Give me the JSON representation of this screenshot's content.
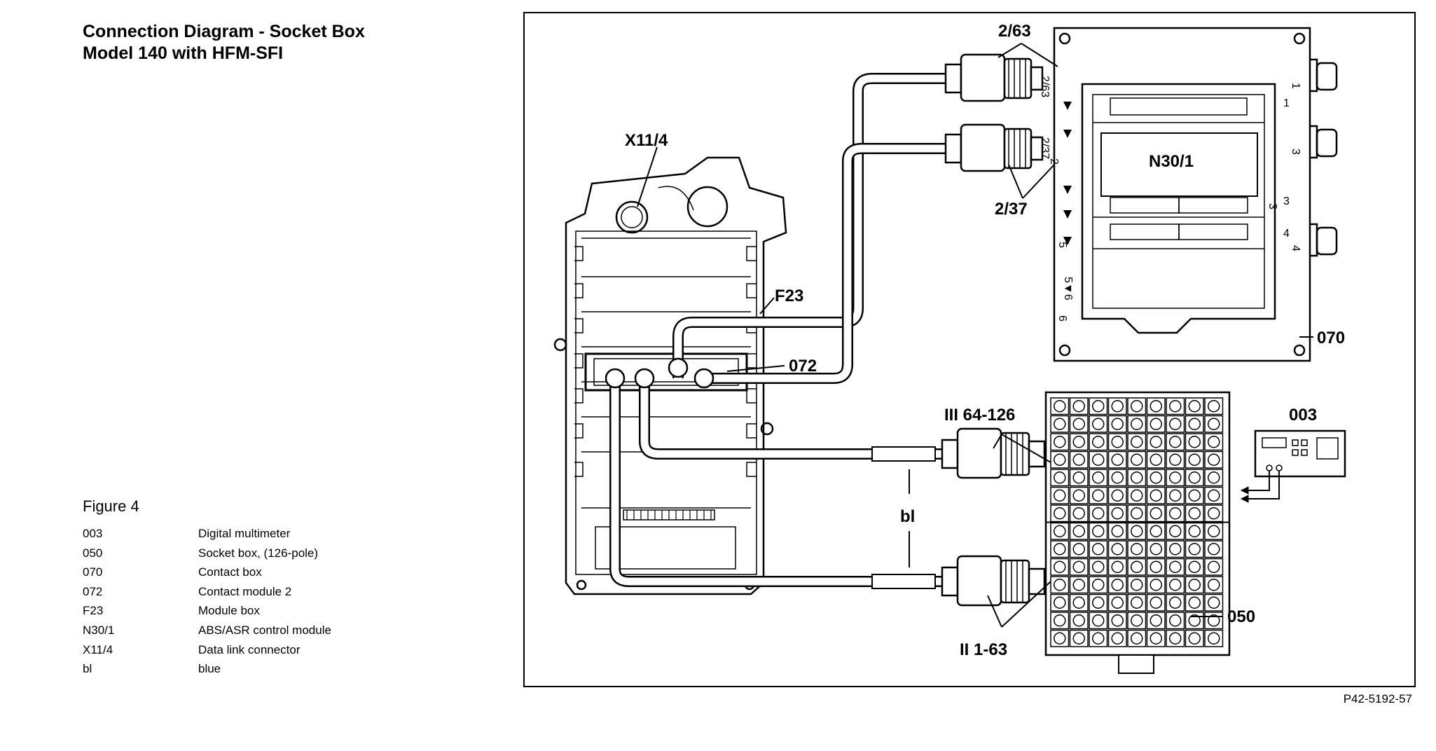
{
  "title": {
    "line1": "Connection Diagram - Socket Box",
    "line2": "Model 140 with HFM-SFI"
  },
  "figure_heading": "Figure 4",
  "legend": [
    {
      "code": "003",
      "desc": "Digital multimeter"
    },
    {
      "code": "050",
      "desc": "Socket box, (126-pole)"
    },
    {
      "code": "070",
      "desc": "Contact box"
    },
    {
      "code": "072",
      "desc": "Contact module 2"
    },
    {
      "code": "F23",
      "desc": "Module box"
    },
    {
      "code": "N30/1",
      "desc": "ABS/ASR control module"
    },
    {
      "code": "X11/4",
      "desc": "Data link connector"
    },
    {
      "code": "bl",
      "desc": "blue"
    }
  ],
  "callouts": {
    "x11_4": "X11/4",
    "f23": "F23",
    "c072": "072",
    "c2_63": "2/63",
    "c2_37": "2/37",
    "n30_1": "N30/1",
    "c070": "070",
    "c003": "003",
    "iii": "III 64-126",
    "ii": "II 1-63",
    "c050": "050",
    "bl": "bl"
  },
  "box_marks": {
    "side_2_63": "2/63",
    "side_2_37": "2/37",
    "side_2": "2",
    "n1": "1",
    "n3": "3",
    "n4": "4",
    "n5": "5",
    "n5to6": "5▼6",
    "n6": "6",
    "r1": "1",
    "r3a": "3",
    "r3b": "3",
    "r4": "4"
  },
  "reference": "P42-5192-57"
}
